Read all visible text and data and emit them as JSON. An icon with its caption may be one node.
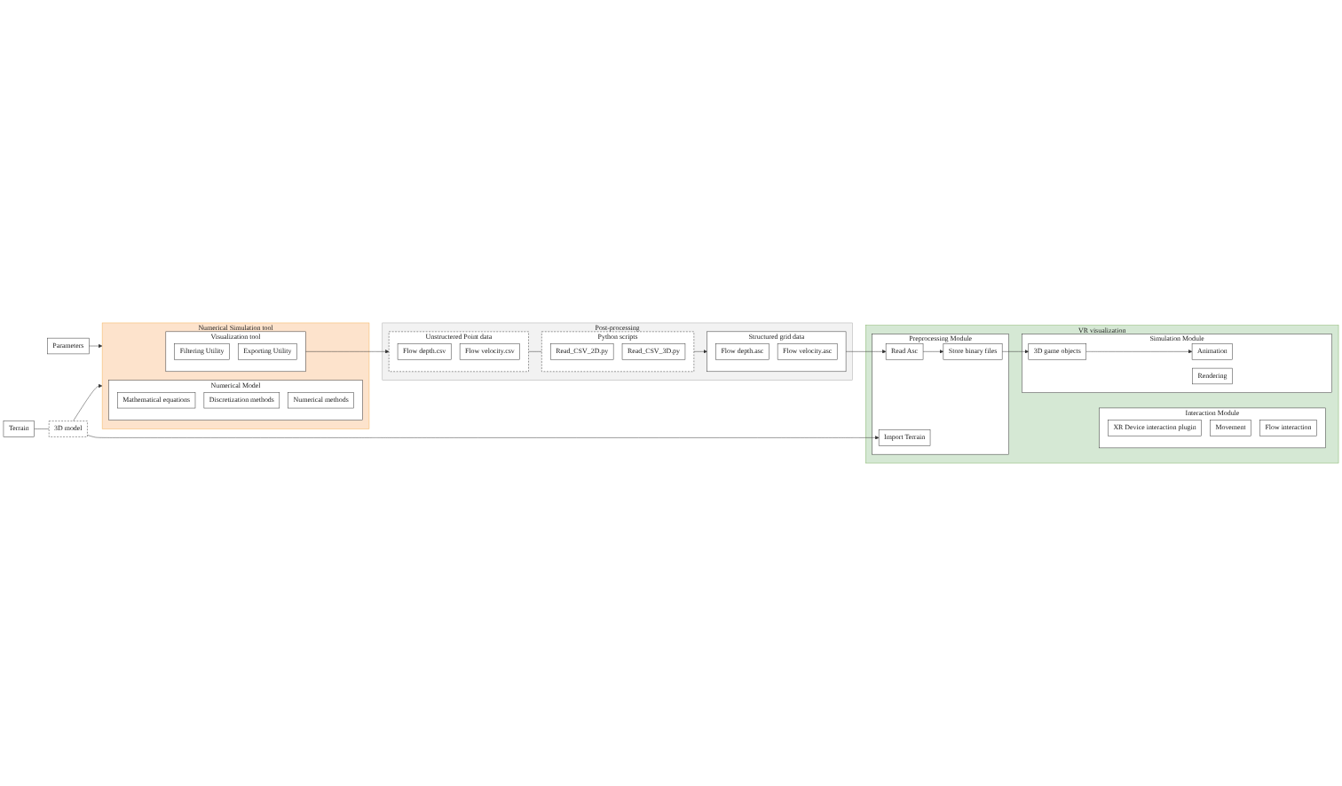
{
  "diagram": {
    "nodes": [
      {
        "text": [
          "Parameters"
        ]
      },
      {
        "text": [
          "Terrain"
        ]
      },
      {
        "text": [
          "3D model"
        ]
      },
      {
        "text": [
          "Numerical Simulation tool"
        ]
      },
      {
        "text": [
          "Numerical Model"
        ],
        "in": 3
      },
      {
        "text": [
          "Mathematical equations"
        ],
        "in": 4
      },
      {
        "text": [
          "Discretization methods"
        ],
        "in": 4
      },
      {
        "text": [
          "Numerical methods"
        ],
        "in": 4
      },
      {
        "text": [
          "Visualization tool"
        ],
        "in": 3
      },
      {
        "text": [
          "Filtering Utility"
        ],
        "in": 8
      },
      {
        "text": [
          "Exporting Utility"
        ],
        "in": 8
      },
      {
        "text": [
          "Post-processing"
        ]
      },
      {
        "text": [
          "Unstructered Point data"
        ],
        "in": 11
      },
      {
        "text": [
          "Flow depth.csv"
        ],
        "in": 12
      },
      {
        "text": [
          "Flow velocity.csv"
        ],
        "in": 12
      },
      {
        "text": [
          "Python scripts"
        ],
        "in": 11
      },
      {
        "text": [
          "Read_CSV_2D.py"
        ],
        "in": 15
      },
      {
        "text": [
          "Read_CSV_3D.py"
        ],
        "in": 15
      },
      {
        "text": [
          "Structured grid data"
        ],
        "in": 11
      },
      {
        "text": [
          "Flow depth.asc"
        ],
        "in": 18
      },
      {
        "text": [
          "Flow velocity.asc"
        ],
        "in": 18
      },
      {
        "text": [
          "VR visualization"
        ]
      },
      {
        "text": [
          "Interaction Module"
        ],
        "in": 21
      },
      {
        "text": [
          "XR  Device interaction plugin"
        ],
        "in": 22
      },
      {
        "text": [
          "Movement"
        ],
        "in": 22
      },
      {
        "text": [
          "Flow interaction"
        ],
        "in": 22
      },
      {
        "text": [
          "Simulation  Module"
        ],
        "in": 21
      },
      {
        "text": [
          "3D game objects"
        ],
        "in": 26
      },
      {
        "text": [
          "Animation"
        ],
        "in": 26
      },
      {
        "text": [
          "Rendering"
        ],
        "in": 26
      },
      {
        "text": [
          "Preprocessing Module"
        ],
        "in": 21
      },
      {
        "text": [
          "Read Asc"
        ],
        "in": 30
      },
      {
        "text": [
          "Store binary files"
        ],
        "in": 30
      },
      {
        "text": [
          "Import Terrain"
        ],
        "in": 30
      }
    ],
    "edges": [
      {
        "from": 0,
        "to": 3,
        "arrow": "to"
      },
      {
        "from": 1,
        "to": 2,
        "arrow": "none"
      },
      {
        "from": 2,
        "to": 3,
        "arrow": "to"
      },
      {
        "from": 8,
        "to": 12,
        "arrow": "to"
      },
      {
        "from": 12,
        "to": 15,
        "arrow": "none"
      },
      {
        "from": 15,
        "to": 18,
        "arrow": "to"
      },
      {
        "from": 18,
        "to": 31,
        "arrow": "to"
      },
      {
        "from": 31,
        "to": 32,
        "arrow": "to"
      },
      {
        "from": 32,
        "to": 27,
        "arrow": "to"
      },
      {
        "from": 27,
        "to": 28,
        "arrow": "to"
      },
      {
        "from": 2,
        "to": 33,
        "arrow": "to"
      }
    ]
  }
}
